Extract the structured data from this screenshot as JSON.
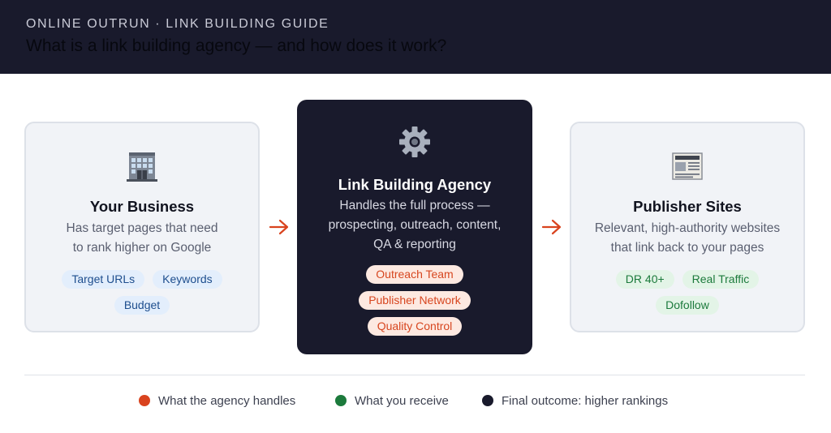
{
  "header": {
    "kicker": "ONLINE OUTRUN · LINK BUILDING GUIDE",
    "headline": "What is a link building agency — and how does it work?"
  },
  "cards": {
    "business": {
      "icon": "office-building-icon",
      "title": "Your Business",
      "description": [
        "Has target pages that need",
        "to rank higher on Google"
      ],
      "tags": [
        "Target URLs",
        "Keywords",
        "Budget"
      ]
    },
    "agency": {
      "icon": "gear-icon",
      "title": "Link Building Agency",
      "description": [
        "Handles the full process —",
        "prospecting, outreach, content,",
        "QA & reporting"
      ],
      "tags": [
        "Outreach Team",
        "Publisher Network",
        "Quality Control"
      ]
    },
    "publisher": {
      "icon": "newspaper-icon",
      "title": "Publisher Sites",
      "description": [
        "Relevant, high-authority websites",
        "that link back to your pages"
      ],
      "tags": [
        "DR 40+",
        "Real Traffic",
        "Dofollow"
      ]
    }
  },
  "flow_arrows": [
    "arrow-right-icon",
    "arrow-right-icon"
  ],
  "legend": [
    {
      "label": "What the agency handles",
      "color": "#d9431e"
    },
    {
      "label": "What you receive",
      "color": "#1c7a3c"
    },
    {
      "label": "Final outcome: higher rankings",
      "color": "#191a2c"
    }
  ],
  "colors": {
    "header_bg": "#191a2c",
    "agency_card_bg": "#191a2c",
    "accent_orange": "#d9431e",
    "light_card_bg": "#f1f3f7"
  }
}
